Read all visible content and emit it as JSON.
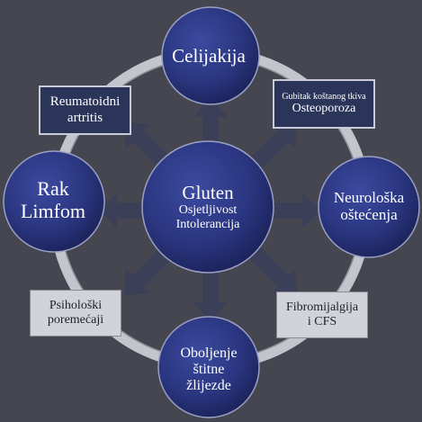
{
  "center": {
    "title": "Gluten",
    "line2": "Osjetljivost",
    "line3": "Intolerancija"
  },
  "satellites": {
    "top": "Celijakija",
    "left_line1": "Rak",
    "left_line2": "Limfom",
    "right_line1": "Neurološka",
    "right_line2": "oštećenja",
    "bottom_line1": "Oboljenje",
    "bottom_line2": "štitne",
    "bottom_line3": "žlijezde"
  },
  "boxes": {
    "top_left_line1": "Reumatoidni",
    "top_left_line2": "artritis",
    "top_right_small": "Gubitak koštanog tkiva",
    "top_right_big": "Osteoporoza",
    "bottom_left_line1": "Psihološki",
    "bottom_left_line2": "poremećaji",
    "bottom_right_line1": "Fibromijalgija",
    "bottom_right_line2": "i CFS"
  },
  "colors": {
    "background": "#45464f",
    "circle_fill": "#2a3680",
    "ring": "#c3c5cc",
    "arrow": "#3b3f58",
    "dark_box": "#2b3459",
    "light_box": "#d2d3da"
  }
}
